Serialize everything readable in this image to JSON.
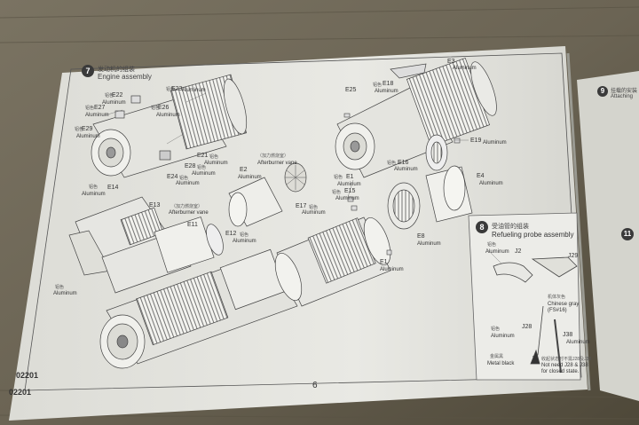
{
  "photo": {
    "subject": "model kit instruction sheet, page 6",
    "colors": {
      "desk": "#6b6454",
      "paper": "#e6e6e1",
      "ink": "#3a3a3a",
      "right_page": "#d4d4cd"
    }
  },
  "left_page": {
    "step7": {
      "number": "7",
      "title_cn": "发动机的组装",
      "title": "Engine assembly"
    },
    "parts": {
      "E22_cn": "铝色",
      "E22": "E22",
      "E22_color": "Aluminum",
      "E23_cn": "铝色",
      "E23": "E23",
      "E23_color": "Aluminum",
      "E27_cn": "铝色",
      "E27": "E27",
      "E27_color": "Aluminum",
      "E26_cn": "铝色",
      "E26": "E26",
      "E26_color": "Aluminum",
      "E29_cn": "铝色",
      "E29": "E29",
      "E29_color": "Aluminum",
      "E21_cn": "铝色",
      "E21": "E21",
      "E21_color": "Aluminum",
      "E28_cn": "铝色",
      "E28": "E28",
      "E28_color": "Aluminum",
      "E24_cn": "铝色",
      "E24": "E24",
      "E24_color": "Aluminum",
      "vane_cn_1": "（加力燃烧室）",
      "vane_1": "Afterburner vane",
      "E2": "E2",
      "E2_color": "Aluminum",
      "E14_cn": "铝色",
      "E14": "E14",
      "E14_color": "Aluminum",
      "E13": "E13",
      "vane_cn_2": "（加力燃烧室）",
      "vane_2": "Afterburner vane",
      "E11": "E11",
      "E12": "E12",
      "E12_cn": "铝色",
      "E12_color": "Aluminum",
      "E17": "E17",
      "E17_cn": "铝色",
      "E17_color": "Aluminum",
      "E15_cn": "铝色",
      "E15": "E15",
      "E15_color": "Aluminum",
      "left_cn": "铝色",
      "left_color": "Aluminum"
    },
    "code_top": "02201",
    "code_bottom": "02201",
    "page_number": "6"
  },
  "right_section": {
    "parts": {
      "E3": "E3",
      "E3_color": "Aluminum",
      "E18_cn": "铝色",
      "E18": "E18",
      "E18_color": "Aluminum",
      "E25": "E25",
      "E19": "E19",
      "E19_color": "Aluminum",
      "E16_cn": "铝色",
      "E16": "E16",
      "E16_color": "Aluminum",
      "E4": "E4",
      "E4_color": "Aluminum",
      "E1_cn": "铝色",
      "E1_top": "E1",
      "E1_top_color": "Aluminum",
      "E8": "E8",
      "E8_color": "Aluminum",
      "E1_bot": "E1",
      "E1_bot_color": "Aluminum"
    },
    "step8": {
      "number": "8",
      "title_cn": "受油管的组装",
      "title": "Refueling probe assembly",
      "J2_cn": "铝色",
      "J2_color": "Aluminum",
      "J2": "J2",
      "J29": "J29",
      "gray_cn": "机体灰色",
      "gray": "Chinese gray",
      "gray_code": "(FS#16)",
      "J28_cn": "铝色",
      "J28_color": "Aluminum",
      "J28": "J28",
      "J38": "J38",
      "J38_color": "Aluminum",
      "black_cn": "金属黑",
      "black": "Metal black",
      "note_cn": "收起状态时不需J28及J38",
      "note": "Not need J28 & J38",
      "note_2": "for closed state."
    }
  },
  "right_page": {
    "step9": {
      "number": "9",
      "title_cn": "挂载的安装",
      "title": "Attaching"
    },
    "step11": {
      "number": "11"
    }
  }
}
